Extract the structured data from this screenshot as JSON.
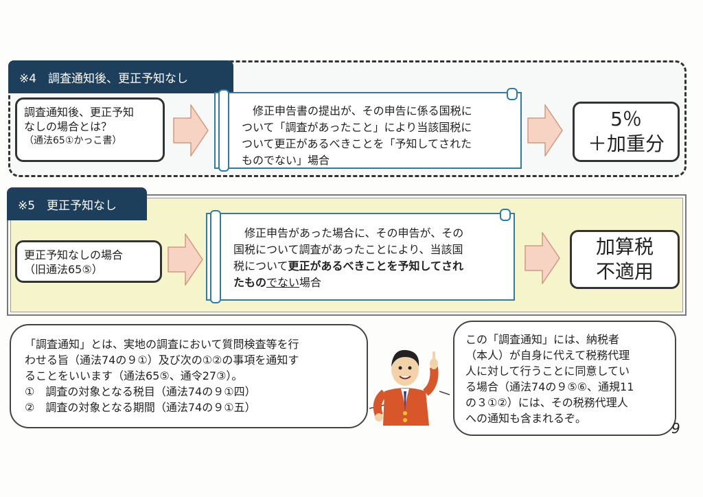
{
  "section4": {
    "header": "※4　調査通知後、更正予知なし",
    "left_lines": [
      "調査通知後、更正予知",
      "なしの場合とは？",
      "（通法65①かっこ書）"
    ],
    "scroll_lines": [
      "　修正申告書の提出が、その申告に係る国税に",
      "ついて「調査があったこと」により当該国税に",
      "ついて更正があるべきことを「予知してされた",
      "ものでない」場合"
    ],
    "result_lines": [
      "5％",
      "＋加重分"
    ]
  },
  "section5": {
    "header": "※5　更正予知なし",
    "left_lines": [
      "更正予知なしの場合",
      "（旧通法65⑤）"
    ],
    "scroll": {
      "line1": "　修正申告があった場合に、その申告が、その",
      "line2": "国税について調査があったことにより、当該国",
      "line3_plain": "税について",
      "line3_bold": "更正があるべきことを予知してされ",
      "line4_bold": "たもの",
      "line4_underline": "でない",
      "line4_tail": "場合"
    },
    "result_lines": [
      "加算税",
      "不適用"
    ]
  },
  "bubble_left": [
    "「調査通知」とは、実地の調査において質問検査等を行",
    "わせる旨（通法74の９①）及び次の①②の事項を通知す",
    "ることをいいます（通法65⑤、通令27③）。",
    "①　調査の対象となる税目（通法74の９①四）",
    "②　調査の対象となる期間（通法74の９①五）"
  ],
  "bubble_right": [
    "この「調査通知」には、納税者",
    "（本人）が自身に代えて税務代理",
    "人に対して行うことに同意してい",
    "る場合（通法74の９⑤⑥、通規11",
    "の３①②）には、その税務代理人",
    "への通知も含まれるぞ。"
  ],
  "page_number": "9",
  "colors": {
    "header": "#1d3f5c",
    "scroll_border": "#2d7ca4",
    "arrow": "#f6d3c3",
    "section5_bg": "#f6f4cb"
  }
}
